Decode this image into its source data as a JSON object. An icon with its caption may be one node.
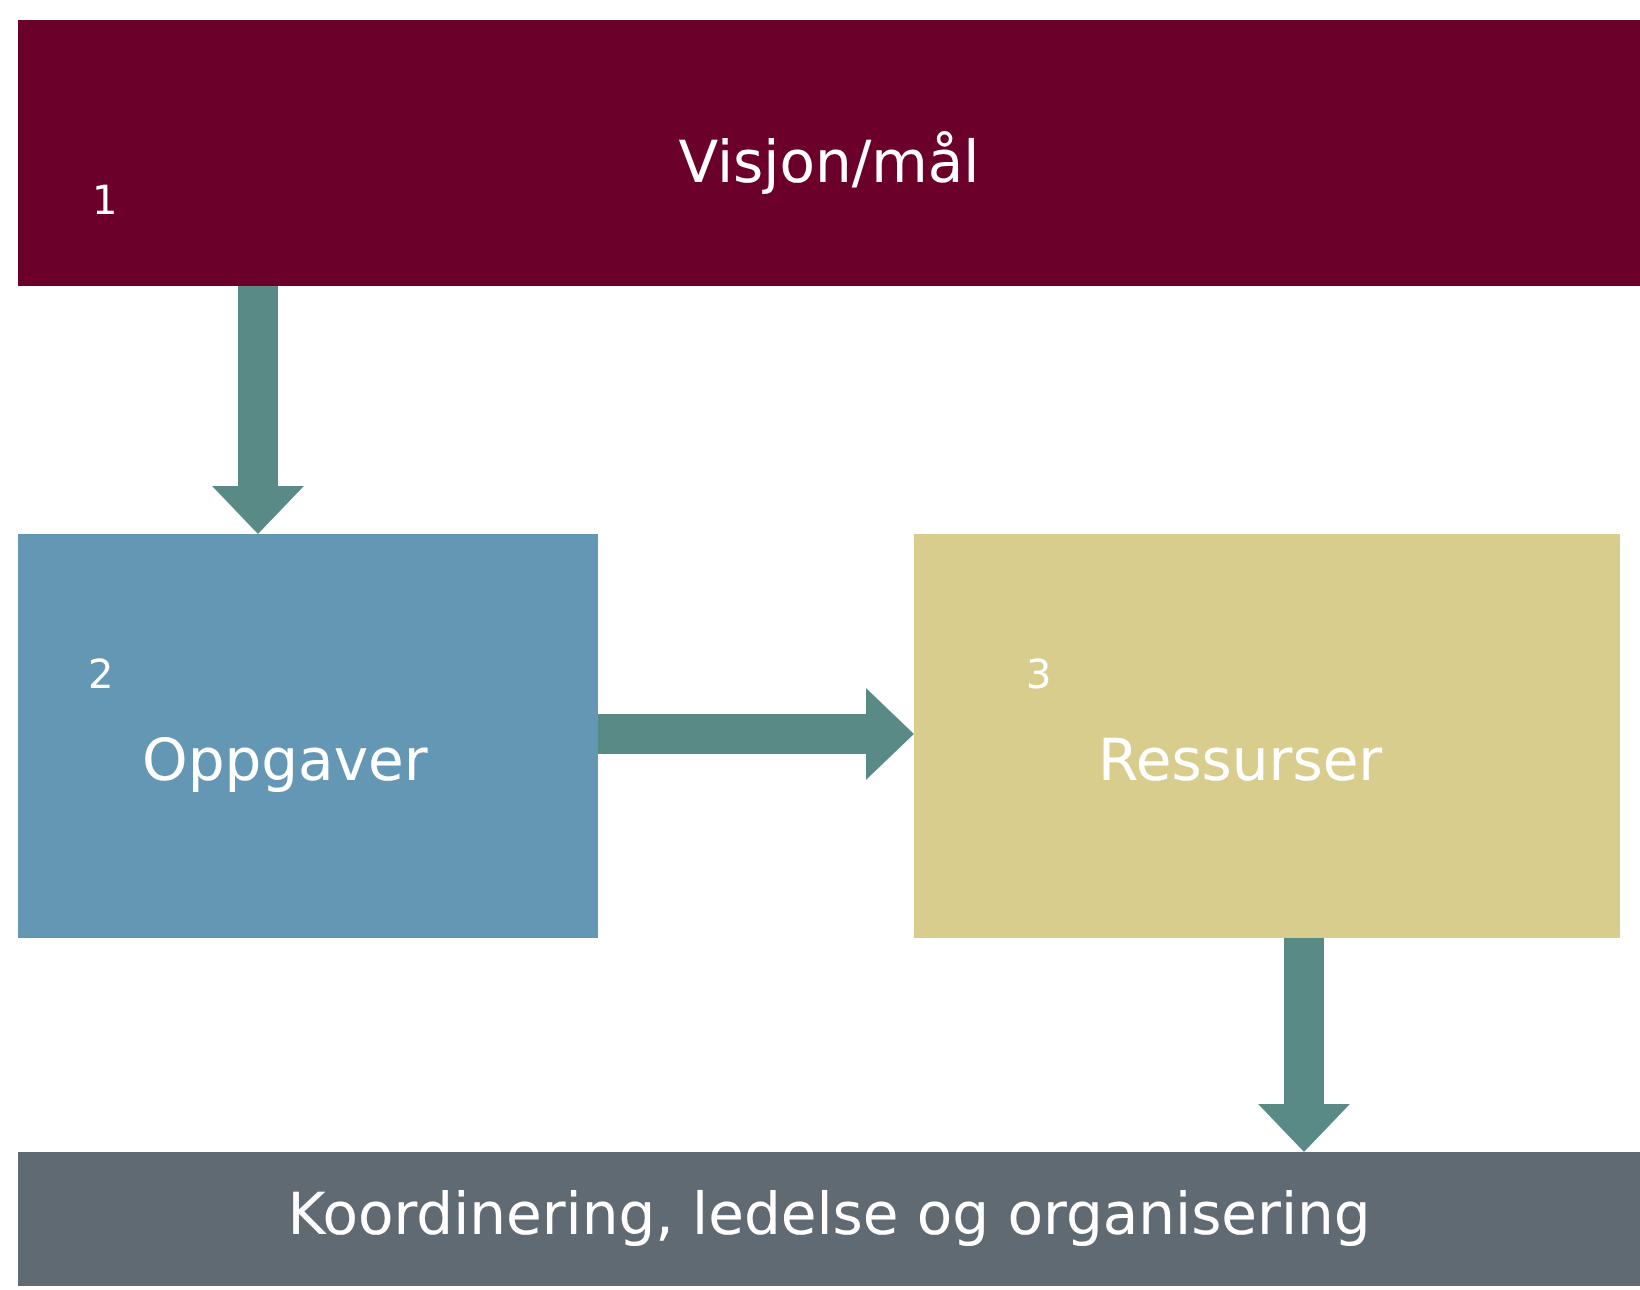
{
  "diagram": {
    "nodes": [
      {
        "text": [
          "1",
          "Visjon/mål"
        ]
      },
      {
        "text": [
          "2",
          "Oppgaver"
        ]
      },
      {
        "text": [
          "3",
          "Ressurser"
        ]
      },
      {
        "text": [
          "Koordinering, ledelse og organisering"
        ]
      }
    ],
    "edges": [
      {
        "from": 0,
        "to": 1,
        "arrow": "to",
        "style": "thick"
      },
      {
        "from": 1,
        "to": 2,
        "arrow": "to",
        "style": "thick"
      },
      {
        "from": 2,
        "to": 3,
        "arrow": "to",
        "style": "thick"
      }
    ]
  }
}
